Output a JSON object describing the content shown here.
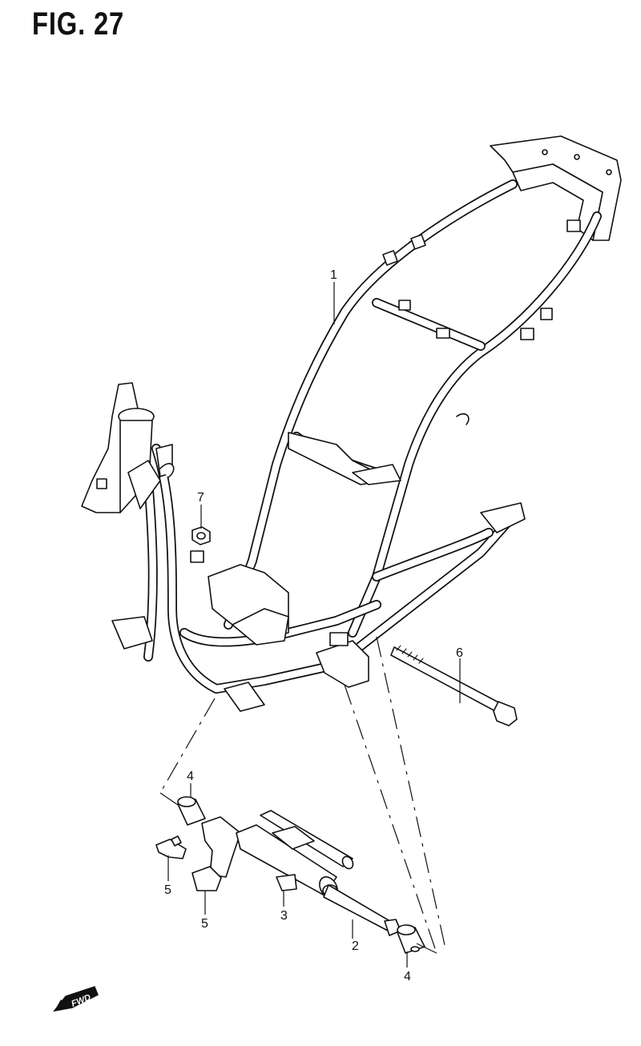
{
  "figure": {
    "title": "FIG. 27"
  },
  "callouts": {
    "frame": "1",
    "shaft": "2",
    "hanger": "3",
    "bush_upper": "4",
    "bush_lower": "4",
    "stopper_left": "5",
    "stopper_right": "5",
    "bolt": "6",
    "nut": "7"
  },
  "fwd_badge": {
    "label": "FWD"
  }
}
